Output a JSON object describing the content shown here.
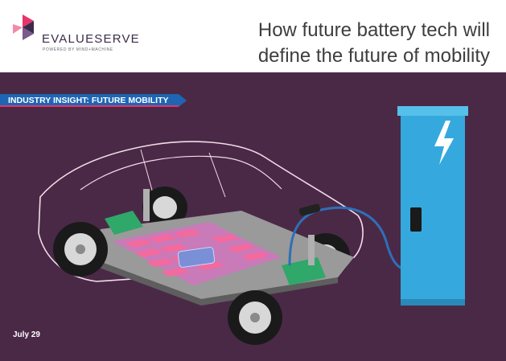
{
  "brand": {
    "name": "EVALUESERVE",
    "tagline": "POWERED BY MIND+MACHINE",
    "colors": {
      "pink": "#e8336b",
      "purple": "#4a2947",
      "blue": "#1e66b3"
    }
  },
  "article": {
    "title": "How future battery tech will define the future of mobility",
    "category": "INDUSTRY INSIGHT: FUTURE MOBILITY",
    "date": "July 29"
  },
  "illustration": {
    "subject": "electric-car-battery-platform",
    "charger_icon": "lightning-bolt-icon"
  }
}
